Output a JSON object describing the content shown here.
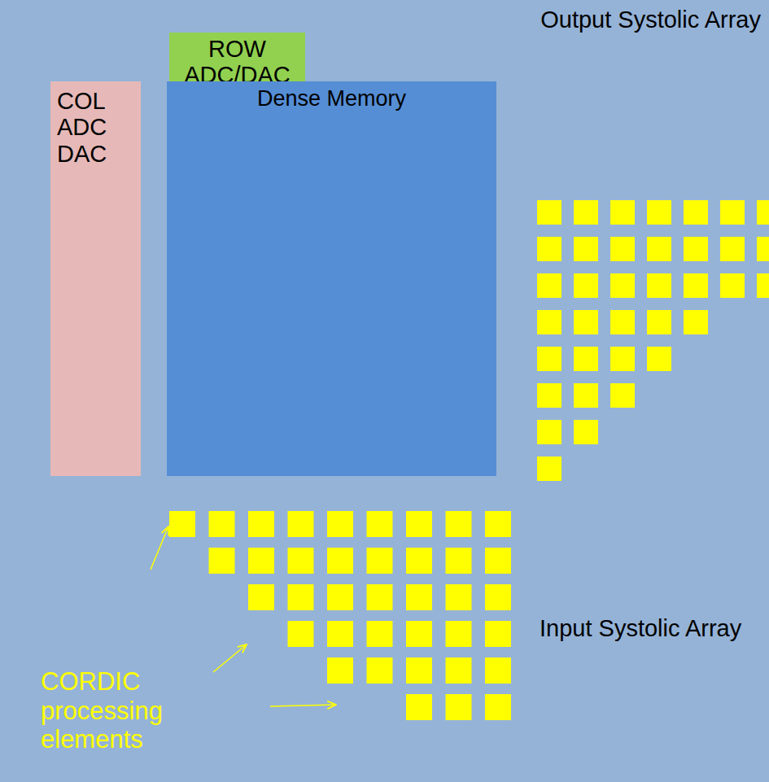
{
  "diagram": {
    "nodes": [
      {
        "text": [
          "ROW ADC/DAC"
        ]
      },
      {
        "text": [
          "COL ADC DAC"
        ]
      },
      {
        "text": [
          "Dense Memory"
        ]
      }
    ],
    "labels": [
      "Output Systolic Array",
      "Input Systolic Array",
      "CORDIC processing elements"
    ]
  }
}
